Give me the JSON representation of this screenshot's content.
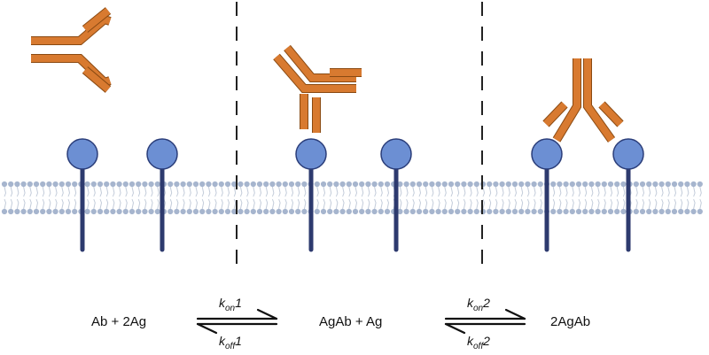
{
  "colors": {
    "antibody": "#D87A30",
    "antibody_outline": "#8A4A12",
    "antigen_head": "#6C8FD3",
    "antigen_outline": "#2B3E7A",
    "antigen_stem": "#2D3A6E",
    "membrane_bead": "#A6B5CE",
    "membrane_tail": "#C3CCDA",
    "divider": "#222222",
    "arrow": "#111111"
  },
  "states": [
    {
      "label": "Ab + 2Ag"
    },
    {
      "label": "AgAb + Ag"
    },
    {
      "label": "2AgAb"
    }
  ],
  "rates": [
    {
      "forward": {
        "k": "k",
        "sub": "on",
        "n": "1"
      },
      "reverse": {
        "k": "k",
        "sub": "off",
        "n": "1"
      }
    },
    {
      "forward": {
        "k": "k",
        "sub": "on",
        "n": "2"
      },
      "reverse": {
        "k": "k",
        "sub": "off",
        "n": "2"
      }
    }
  ]
}
